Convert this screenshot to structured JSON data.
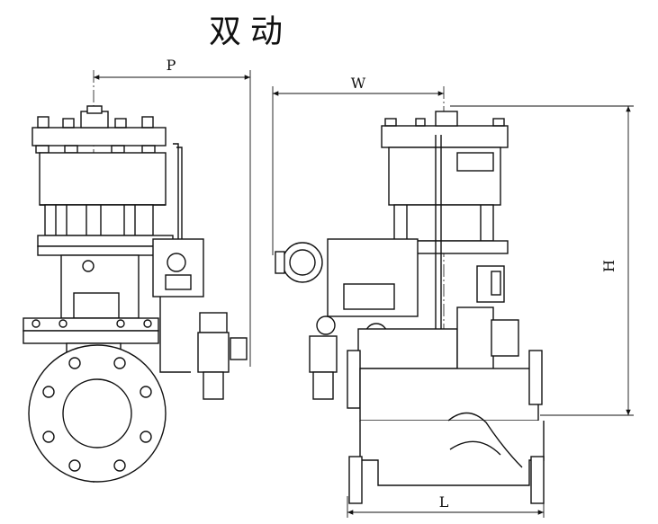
{
  "title": "双动",
  "dimensions": {
    "p": "P",
    "w": "W",
    "h": "H",
    "l": "L"
  }
}
